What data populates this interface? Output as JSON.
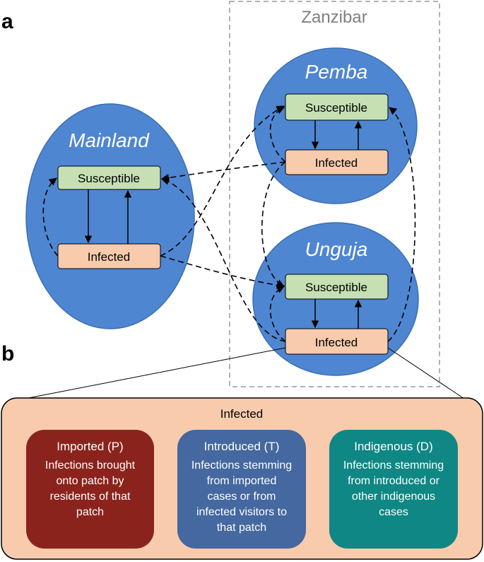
{
  "panels": {
    "a": "a",
    "b": "b"
  },
  "zanzibar_label": "Zanzibar",
  "patches": {
    "mainland": {
      "name": "Mainland",
      "susceptible": "Susceptible",
      "infected": "Infected"
    },
    "pemba": {
      "name": "Pemba",
      "susceptible": "Susceptible",
      "infected": "Infected"
    },
    "unguja": {
      "name": "Unguja",
      "susceptible": "Susceptible",
      "infected": "Infected"
    }
  },
  "infected_panel": {
    "title": "Infected",
    "categories": [
      {
        "title": "Imported (P)",
        "desc": [
          "Infections brought",
          "onto patch by",
          "residents of that",
          "patch"
        ]
      },
      {
        "title": "Introduced (T)",
        "desc": [
          "Infections stemming",
          "from imported",
          "cases or from",
          "infected visitors to",
          "that patch"
        ]
      },
      {
        "title": "Indigenous (D)",
        "desc": [
          "Infections stemming",
          "from introduced or",
          "other indigenous",
          "cases"
        ]
      }
    ]
  },
  "colors": {
    "patch_fill": "#4f86d1",
    "patch_stroke": "#3a6eb5",
    "susceptible_fill": "#c6e0b4",
    "infected_fill": "#f8cbad",
    "panel_fill": "#f8cbad",
    "imported": "#8b231d",
    "introduced": "#44689f",
    "indigenous": "#0f8784"
  }
}
